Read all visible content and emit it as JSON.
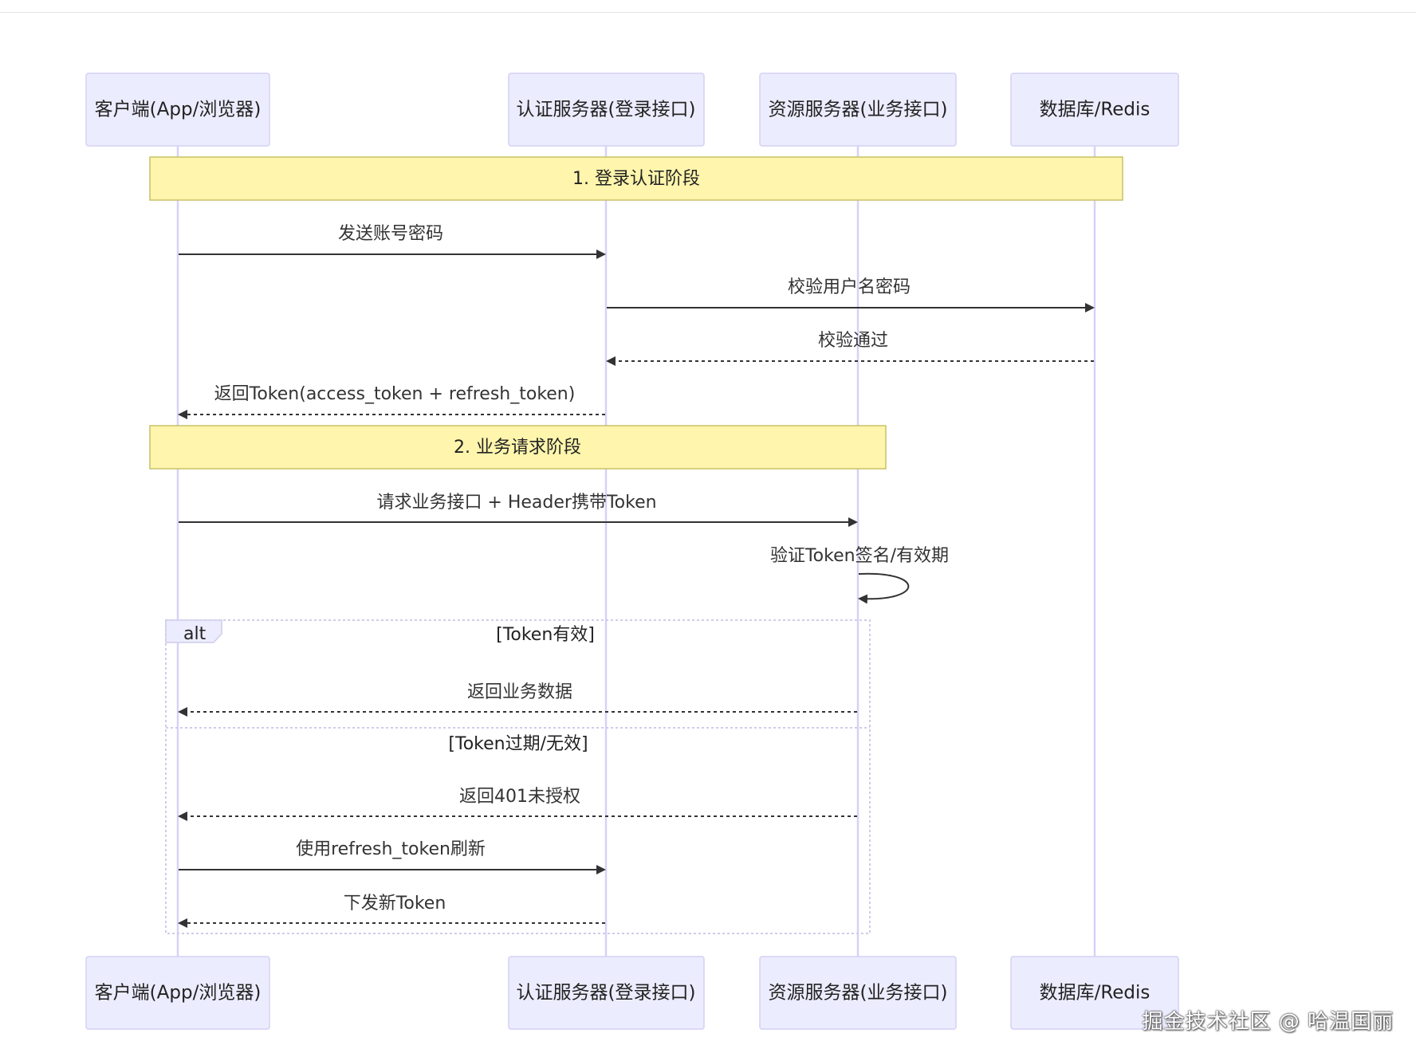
{
  "actors": [
    {
      "id": "client",
      "label": "客户端(App/浏览器)"
    },
    {
      "id": "auth",
      "label": "认证服务器(登录接口)"
    },
    {
      "id": "resource",
      "label": "资源服务器(业务接口)"
    },
    {
      "id": "db",
      "label": "数据库/Redis"
    }
  ],
  "notes": [
    {
      "label": "1. 登录认证阶段",
      "from": "client",
      "to": "db"
    },
    {
      "label": "2. 业务请求阶段",
      "from": "client",
      "to": "resource"
    }
  ],
  "messages": [
    {
      "label": "发送账号密码",
      "from": "client",
      "to": "auth",
      "style": "solid"
    },
    {
      "label": "校验用户名密码",
      "from": "auth",
      "to": "db",
      "style": "solid"
    },
    {
      "label": "校验通过",
      "from": "db",
      "to": "auth",
      "style": "dashed"
    },
    {
      "label": "返回Token(access_token + refresh_token)",
      "from": "auth",
      "to": "client",
      "style": "dashed"
    },
    {
      "label": "请求业务接口 + Header携带Token",
      "from": "client",
      "to": "resource",
      "style": "solid"
    },
    {
      "label": "验证Token签名/有效期",
      "from": "resource",
      "to": "resource",
      "style": "self"
    },
    {
      "label": "返回业务数据",
      "from": "resource",
      "to": "client",
      "style": "dashed"
    },
    {
      "label": "返回401未授权",
      "from": "resource",
      "to": "client",
      "style": "dashed"
    },
    {
      "label": "使用refresh_token刷新",
      "from": "client",
      "to": "auth",
      "style": "solid"
    },
    {
      "label": "下发新Token",
      "from": "auth",
      "to": "client",
      "style": "dashed"
    }
  ],
  "alt": {
    "tag": "alt",
    "conditions": [
      "[Token有效]",
      "[Token过期/无效]"
    ]
  },
  "watermark": "掘金技术社区 @ 哈温国丽"
}
